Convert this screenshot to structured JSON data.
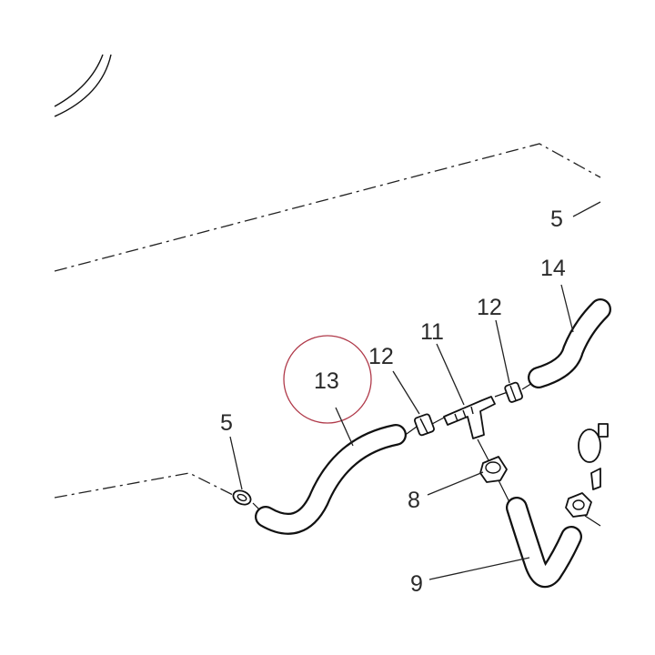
{
  "callouts": [
    {
      "id": "c-5-right",
      "text": "5"
    },
    {
      "id": "c-14",
      "text": "14"
    },
    {
      "id": "c-12-right",
      "text": "12"
    },
    {
      "id": "c-11",
      "text": "11"
    },
    {
      "id": "c-12-left",
      "text": "12"
    },
    {
      "id": "c-13",
      "text": "13"
    },
    {
      "id": "c-5-left",
      "text": "5"
    },
    {
      "id": "c-8",
      "text": "8"
    },
    {
      "id": "c-9",
      "text": "9"
    }
  ],
  "highlight": {
    "target": "13",
    "color": "#b03a4a"
  }
}
